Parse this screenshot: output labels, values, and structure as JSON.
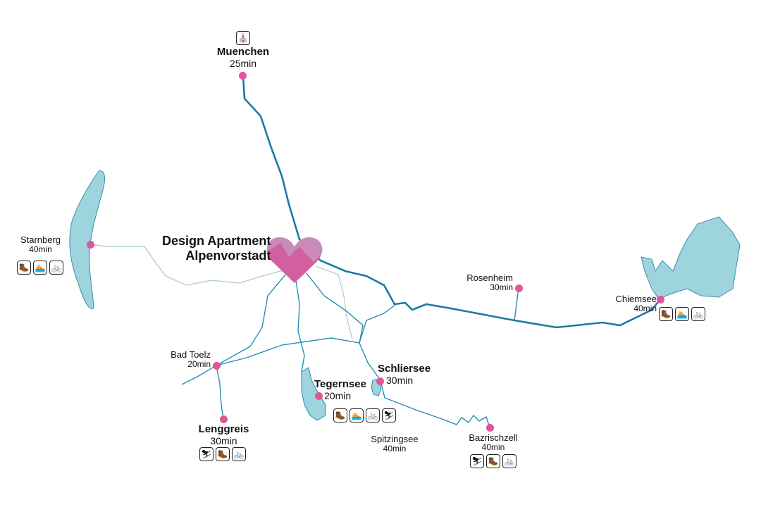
{
  "title": {
    "line1": "Design Apartment",
    "line2": "Alpenvorstadt"
  },
  "colors": {
    "road_main": "#1b7aa3",
    "road_minor": "#2a8db3",
    "path_light": "#a8c6d6",
    "lake_fill": "#9dd4dd",
    "lake_stroke": "#3d8fa6",
    "marker": "#e0569a",
    "heart": "#d45fa0",
    "heart_light": "#c98cba"
  },
  "icon_glyphs": {
    "hike": "🥾",
    "swim": "🏊",
    "bike": "🚲",
    "ski": "⛷",
    "church": "⛪"
  },
  "places": {
    "muenchen": {
      "name": "Muenchen",
      "time": "25min",
      "icon": "church-icon"
    },
    "starnberg": {
      "name": "Starnberg",
      "time": "40min",
      "activities": [
        "hike",
        "swim",
        "bike"
      ]
    },
    "rosenheim": {
      "name": "Rosenheim",
      "time": "30min"
    },
    "chiemsee": {
      "name": "Chiemsee",
      "time": "40min",
      "activities": [
        "hike",
        "swim",
        "bike"
      ]
    },
    "bad_toelz": {
      "name": "Bad Toelz",
      "time": "20min"
    },
    "tegernsee": {
      "name": "Tegernsee",
      "time": "20min",
      "activities": [
        "hike",
        "swim",
        "bike",
        "ski"
      ]
    },
    "schliersee": {
      "name": "Schliersee",
      "time": "30min"
    },
    "lenggreis": {
      "name": "Lenggreis",
      "time": "30min",
      "activities": [
        "ski",
        "hike",
        "bike"
      ]
    },
    "spitzingsee": {
      "name": "Spitzingsee",
      "time": "40min"
    },
    "bazrischzell": {
      "name": "Bazrischzell",
      "time": "40min",
      "activities": [
        "ski",
        "hike",
        "bike"
      ]
    }
  }
}
